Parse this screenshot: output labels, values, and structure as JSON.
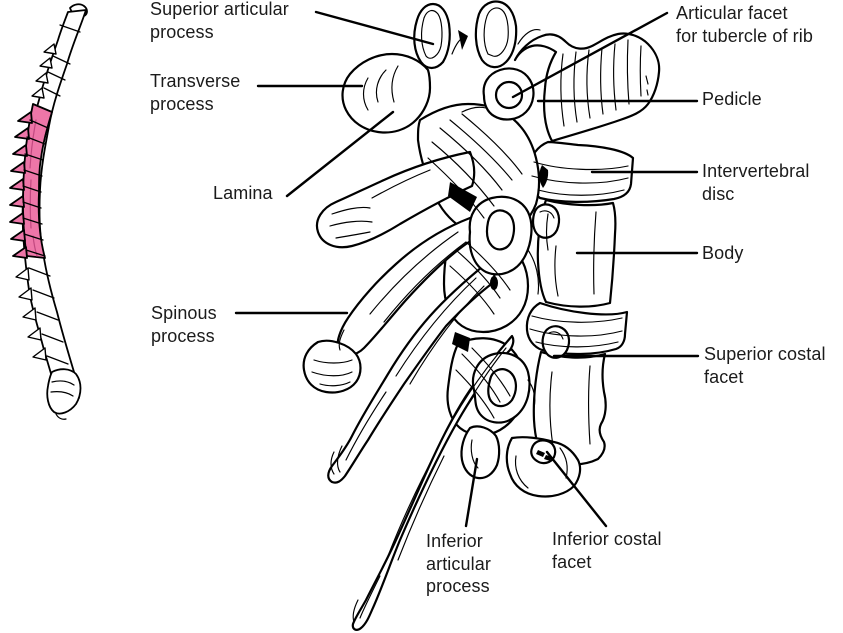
{
  "labels": {
    "superior_articular_process": "Superior articular\nprocess",
    "transverse_process": "Transverse\nprocess",
    "lamina": "Lamina",
    "spinous_process": "Spinous\nprocess",
    "articular_facet_for_tubercle_of_rib": "Articular facet\nfor tubercle of rib",
    "pedicle": "Pedicle",
    "intervertebral_disc": "Intervertebral\ndisc",
    "body": "Body",
    "superior_costal_facet": "Superior costal\nfacet",
    "inferior_costal_facet": "Inferior costal\nfacet",
    "inferior_articular_process": "Inferior\narticular\nprocess"
  },
  "colors": {
    "line": "#000000",
    "background": "#ffffff",
    "text": "#1b1b1b",
    "highlight_pink": "#ee76a8",
    "highlight_pink_shade": "#c24980"
  }
}
